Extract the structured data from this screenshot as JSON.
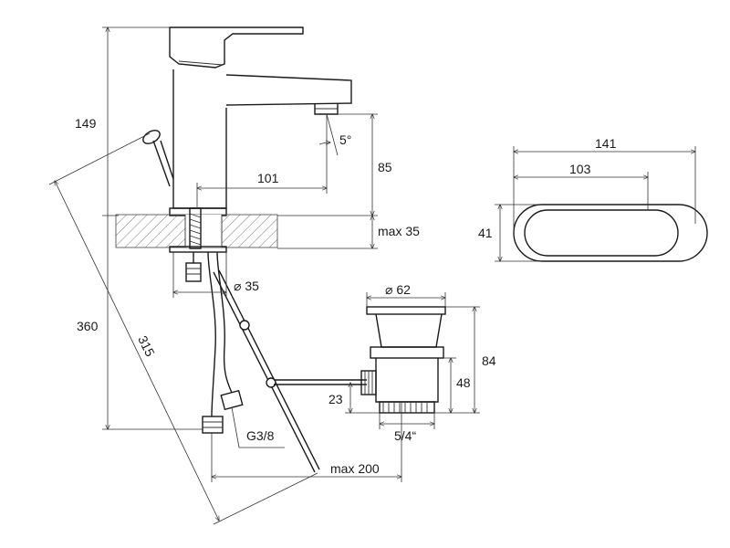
{
  "dimensions": {
    "overall_height": "360",
    "upper_height": "149",
    "diagonal_length": "315",
    "spout_reach": "101",
    "spout_height": "85",
    "spout_angle": "5°",
    "counter_thickness": "max 35",
    "hole_diameter": "⌀ 35",
    "hose_thread": "G3/8",
    "hose_reach": "max 200",
    "waste_top_diameter": "⌀ 62",
    "waste_height": "84",
    "waste_body_height": "48",
    "waste_outlet_height": "23",
    "waste_thread": "5/4“",
    "handle_length": "141",
    "handle_inner_length": "103",
    "handle_width": "41"
  }
}
